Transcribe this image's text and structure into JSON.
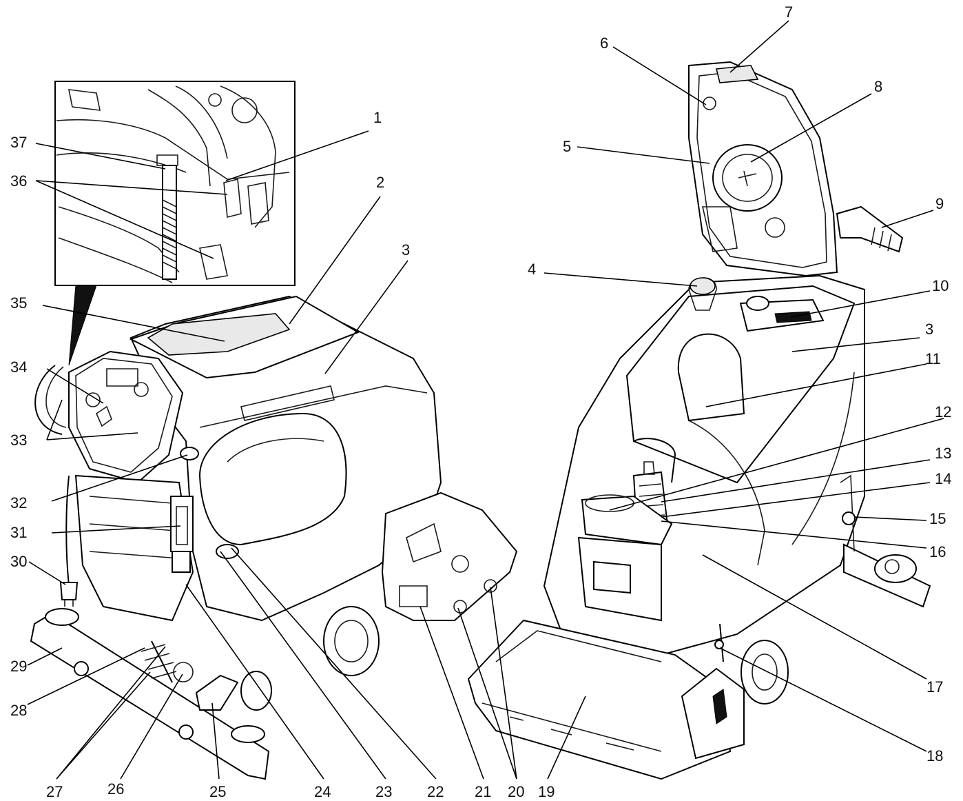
{
  "callouts": [
    {
      "n": "1",
      "label": "1"
    },
    {
      "n": "2",
      "label": "2"
    },
    {
      "n": "3",
      "label": "3"
    },
    {
      "n": "3b",
      "label": "3"
    },
    {
      "n": "4",
      "label": "4"
    },
    {
      "n": "5",
      "label": "5"
    },
    {
      "n": "6",
      "label": "6"
    },
    {
      "n": "7",
      "label": "7"
    },
    {
      "n": "8",
      "label": "8"
    },
    {
      "n": "9",
      "label": "9"
    },
    {
      "n": "10",
      "label": "10"
    },
    {
      "n": "11",
      "label": "11"
    },
    {
      "n": "12",
      "label": "12"
    },
    {
      "n": "13",
      "label": "13"
    },
    {
      "n": "14",
      "label": "14"
    },
    {
      "n": "15",
      "label": "15"
    },
    {
      "n": "16",
      "label": "16"
    },
    {
      "n": "17",
      "label": "17"
    },
    {
      "n": "18",
      "label": "18"
    },
    {
      "n": "19",
      "label": "19"
    },
    {
      "n": "20",
      "label": "20"
    },
    {
      "n": "21",
      "label": "21"
    },
    {
      "n": "22",
      "label": "22"
    },
    {
      "n": "23",
      "label": "23"
    },
    {
      "n": "24",
      "label": "24"
    },
    {
      "n": "25",
      "label": "25"
    },
    {
      "n": "26",
      "label": "26"
    },
    {
      "n": "27",
      "label": "27"
    },
    {
      "n": "28",
      "label": "28"
    },
    {
      "n": "29",
      "label": "29"
    },
    {
      "n": "30",
      "label": "30"
    },
    {
      "n": "31",
      "label": "31"
    },
    {
      "n": "32",
      "label": "32"
    },
    {
      "n": "33",
      "label": "33"
    },
    {
      "n": "34",
      "label": "34"
    },
    {
      "n": "35",
      "label": "35"
    },
    {
      "n": "36",
      "label": "36"
    },
    {
      "n": "37",
      "label": "37"
    }
  ]
}
